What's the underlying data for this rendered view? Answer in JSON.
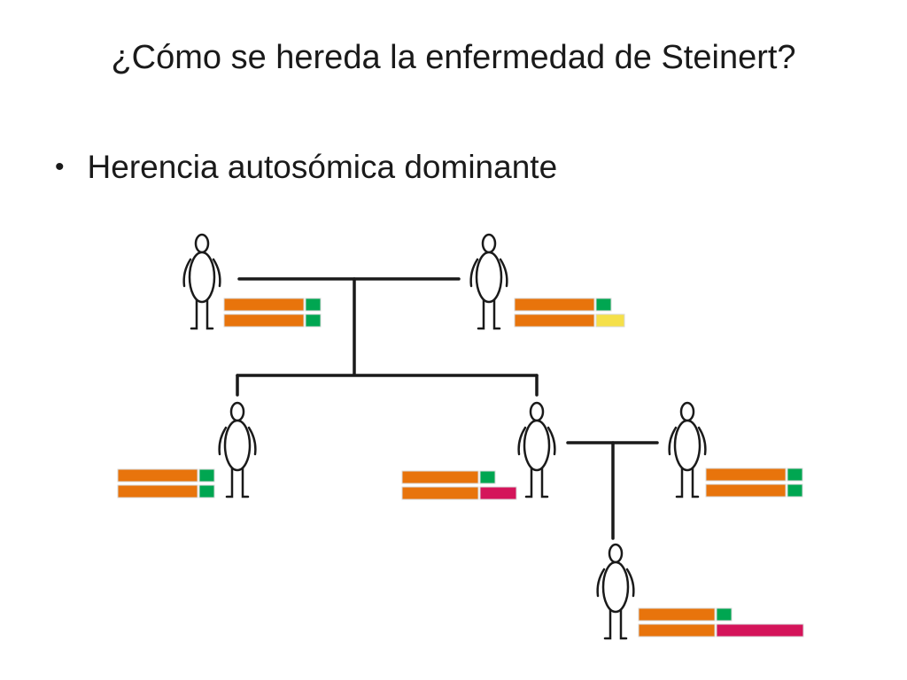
{
  "slide": {
    "title": "¿Cómo se hereda la enfermedad de Steinert?",
    "bullets": [
      {
        "text": "Herencia autosómica dominante"
      }
    ]
  },
  "colors": {
    "gene_main": "#e8740c",
    "normal_allele": "#00a651",
    "mutated_allele_short": "#f5e04a",
    "mutated_allele_expanded": "#d4145a",
    "line": "#1a1a1a"
  },
  "alleles": {
    "normal": "normal",
    "premutation": "premutation",
    "expanded": "expanded",
    "highly_expanded": "highly_expanded"
  },
  "individuals": [
    {
      "id": "grandparent-left",
      "chromosomes": [
        "normal",
        "normal"
      ]
    },
    {
      "id": "grandparent-right",
      "chromosomes": [
        "normal",
        "premutation"
      ]
    },
    {
      "id": "child-left",
      "chromosomes": [
        "normal",
        "normal"
      ]
    },
    {
      "id": "child-right",
      "chromosomes": [
        "normal",
        "expanded"
      ]
    },
    {
      "id": "spouse",
      "chromosomes": [
        "normal",
        "normal"
      ]
    },
    {
      "id": "grandchild",
      "chromosomes": [
        "normal",
        "highly_expanded"
      ]
    }
  ]
}
